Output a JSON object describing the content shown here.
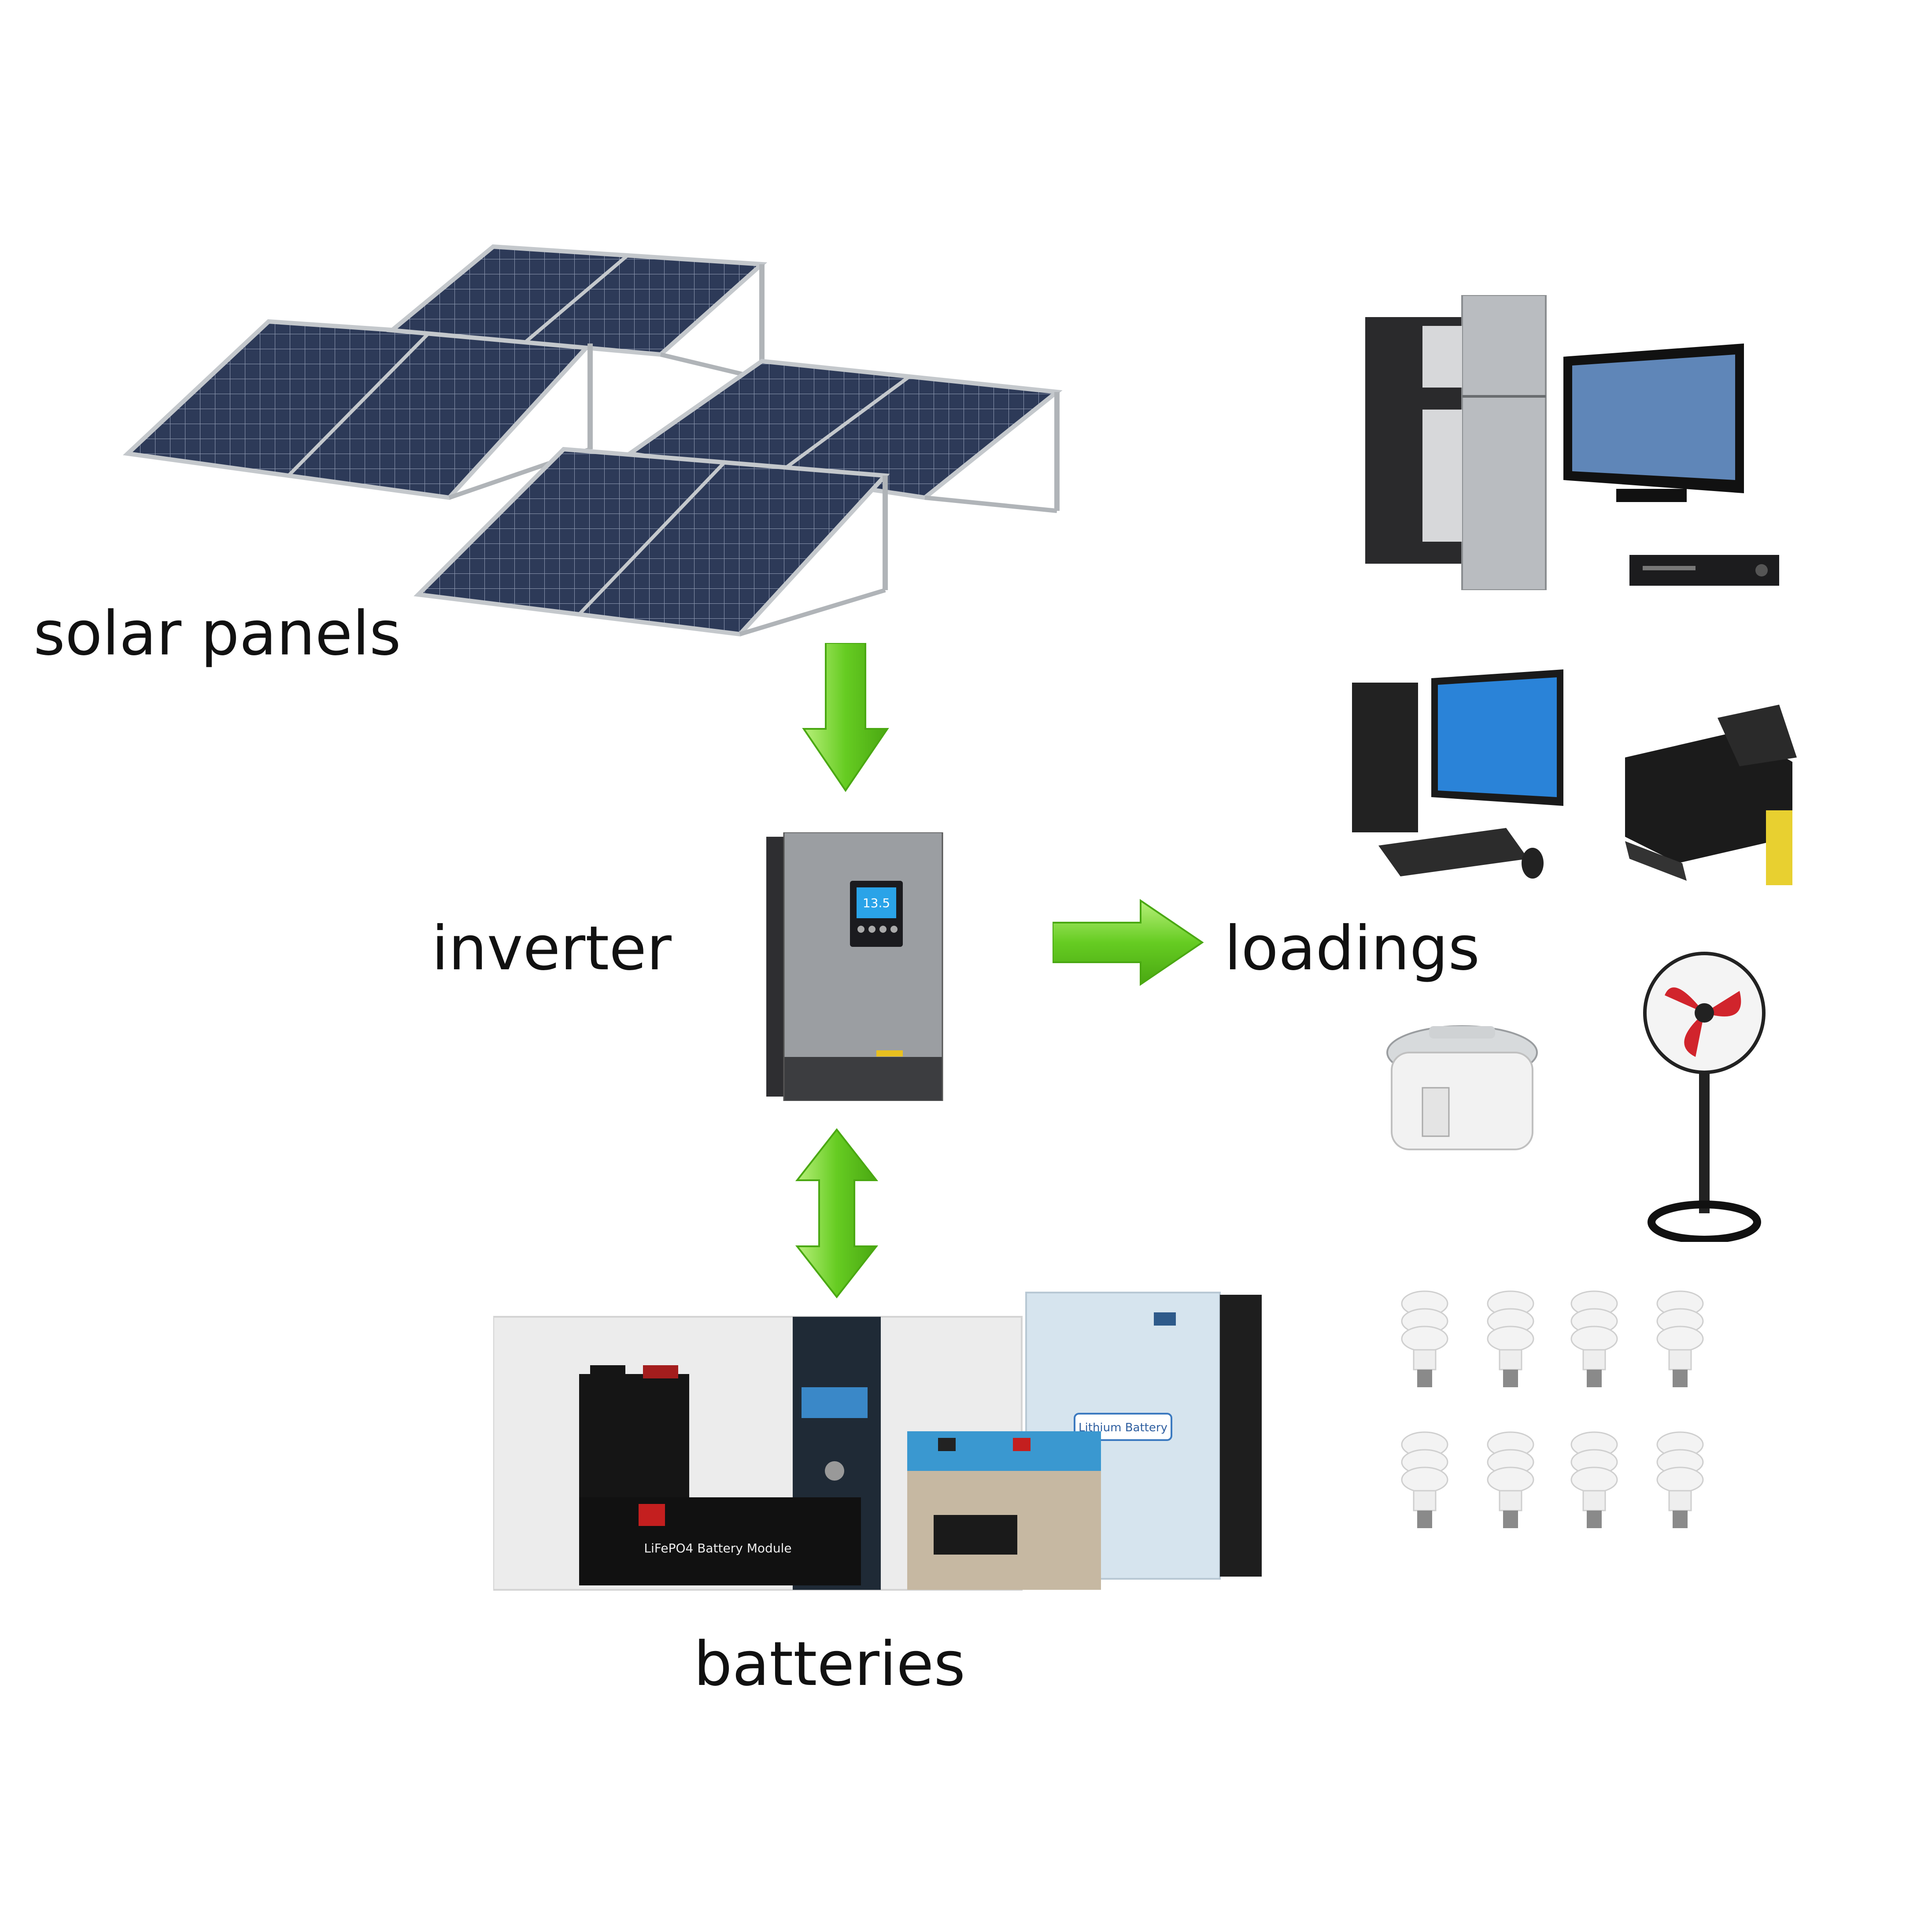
{
  "labels": {
    "solar": "solar panels",
    "inverter": "inverter",
    "loadings": "loadings",
    "batteries": "batteries"
  },
  "inverter_screen_text": "13.5",
  "battery_text": {
    "module": "LiFePO4 Battery Module",
    "lithium": "Lithium Battery"
  },
  "colors": {
    "arrow_green": "#66cc22",
    "arrow_green_light": "#b8f07a",
    "panel_blue": "#2d3a58",
    "frame_silver": "#c4c8cc"
  }
}
